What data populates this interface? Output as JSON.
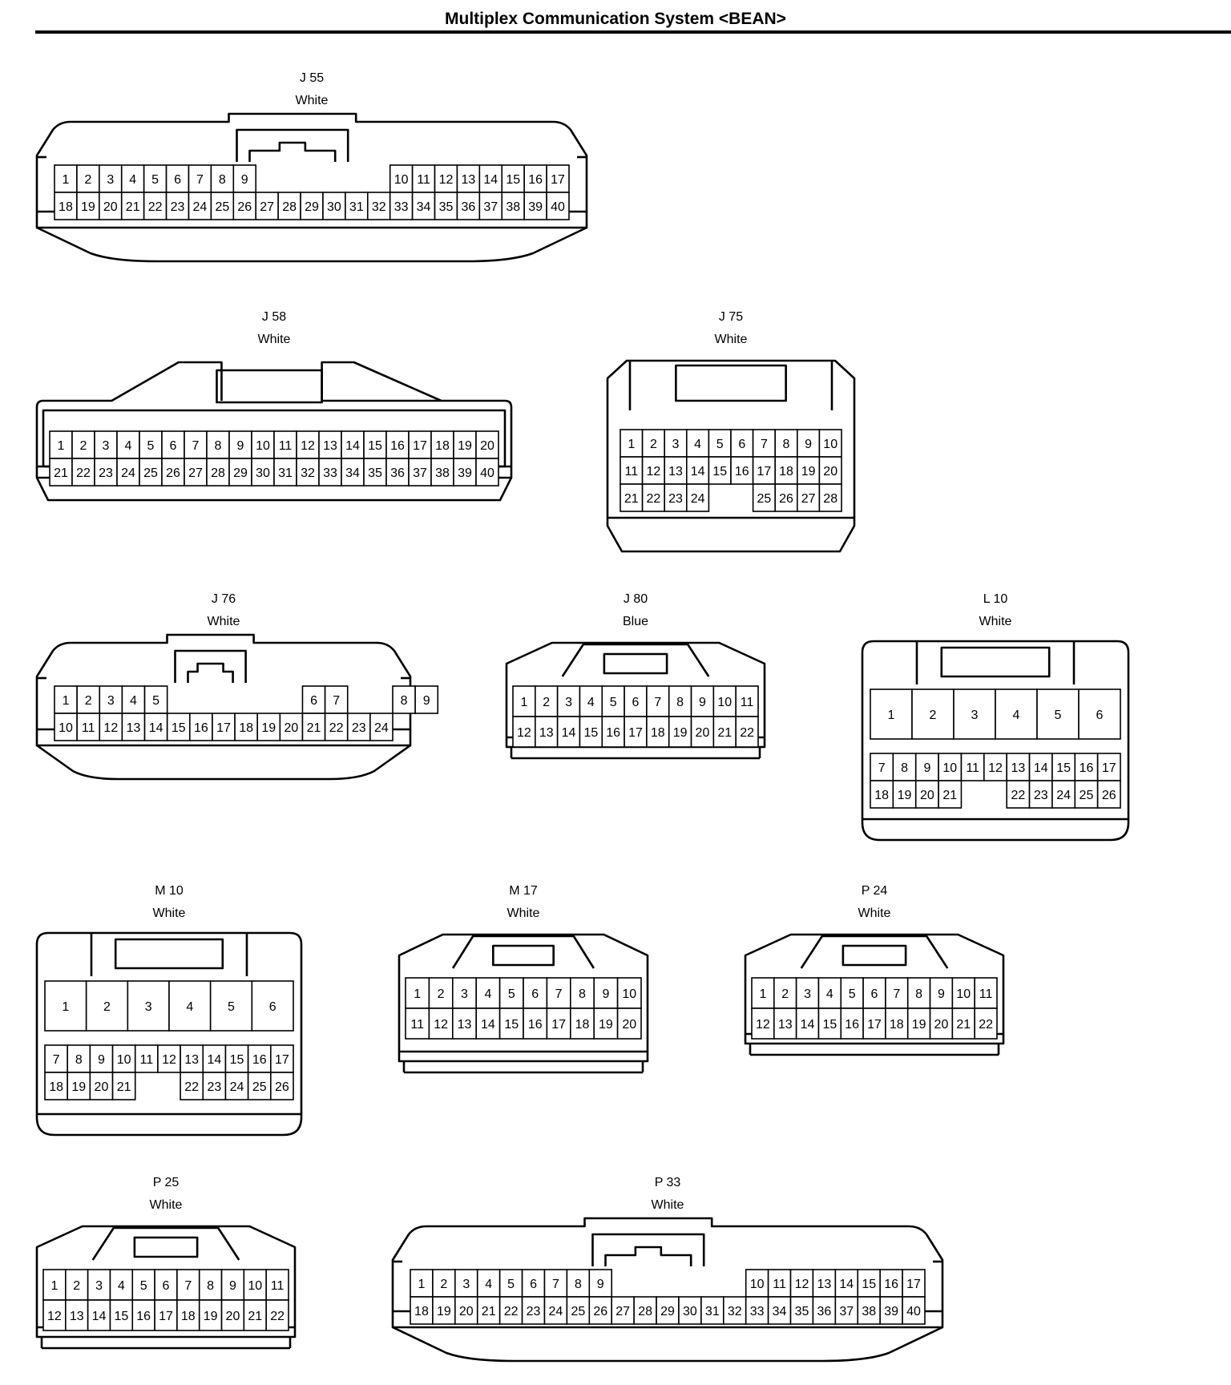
{
  "page": {
    "title": "Multiplex Communication System <BEAN>"
  },
  "connectors": [
    {
      "id": "J 55",
      "color": "White",
      "shape": "wide",
      "rows": [
        [
          "1",
          "2",
          "3",
          "4",
          "5",
          "6",
          "7",
          "8",
          "9",
          "",
          "",
          "",
          "",
          "10",
          "11",
          "12",
          "13",
          "14",
          "15",
          "16",
          "17"
        ],
        [
          "18",
          "19",
          "20",
          "21",
          "22",
          "23",
          "24",
          "25",
          "26",
          "27",
          "28",
          "29",
          "30",
          "31",
          "32",
          "33",
          "34",
          "35",
          "36",
          "37",
          "38",
          "39",
          "40"
        ]
      ]
    },
    {
      "id": "J 58",
      "color": "White",
      "shape": "castle",
      "rows": [
        [
          "1",
          "2",
          "3",
          "4",
          "5",
          "6",
          "7",
          "8",
          "9",
          "10",
          "11",
          "12",
          "13",
          "14",
          "15",
          "16",
          "17",
          "18",
          "19",
          "20"
        ],
        [
          "21",
          "22",
          "23",
          "24",
          "25",
          "26",
          "27",
          "28",
          "29",
          "30",
          "31",
          "32",
          "33",
          "34",
          "35",
          "36",
          "37",
          "38",
          "39",
          "40"
        ]
      ]
    },
    {
      "id": "J 75",
      "color": "White",
      "shape": "box",
      "rows": [
        [
          "1",
          "2",
          "3",
          "4",
          "5",
          "6",
          "7",
          "8",
          "9",
          "10"
        ],
        [
          "11",
          "12",
          "13",
          "14",
          "15",
          "16",
          "17",
          "18",
          "19",
          "20"
        ],
        [
          "21",
          "22",
          "23",
          "24",
          "",
          "",
          "25",
          "26",
          "27",
          "28"
        ]
      ]
    },
    {
      "id": "J 76",
      "color": "White",
      "shape": "wide",
      "rows": [
        [
          "1",
          "2",
          "3",
          "4",
          "5",
          "",
          "",
          "",
          "",
          "",
          "",
          "6",
          "7",
          "8",
          "9"
        ],
        [
          "10",
          "11",
          "12",
          "13",
          "14",
          "15",
          "16",
          "17",
          "18",
          "19",
          "20",
          "21",
          "22",
          "23",
          "24"
        ]
      ]
    },
    {
      "id": "J 80",
      "color": "Blue",
      "shape": "clip",
      "rows": [
        [
          "1",
          "2",
          "3",
          "4",
          "5",
          "6",
          "7",
          "8",
          "9",
          "10",
          "11"
        ],
        [
          "12",
          "13",
          "14",
          "15",
          "16",
          "17",
          "18",
          "19",
          "20",
          "21",
          "22"
        ]
      ]
    },
    {
      "id": "L 10",
      "color": "White",
      "shape": "box-big",
      "big": [
        "1",
        "2",
        "3",
        "4",
        "5",
        "6"
      ],
      "rows": [
        [
          "7",
          "8",
          "9",
          "10",
          "11",
          "12",
          "13",
          "14",
          "15",
          "16",
          "17"
        ],
        [
          "18",
          "19",
          "20",
          "21",
          "",
          "22",
          "23",
          "24",
          "25",
          "26"
        ]
      ]
    },
    {
      "id": "M 10",
      "color": "White",
      "shape": "box-big",
      "big": [
        "1",
        "2",
        "3",
        "4",
        "5",
        "6"
      ],
      "rows": [
        [
          "7",
          "8",
          "9",
          "10",
          "11",
          "12",
          "13",
          "14",
          "15",
          "16",
          "17"
        ],
        [
          "18",
          "19",
          "20",
          "21",
          "",
          "22",
          "23",
          "24",
          "25",
          "26"
        ]
      ]
    },
    {
      "id": "M 17",
      "color": "White",
      "shape": "clip",
      "rows": [
        [
          "1",
          "2",
          "3",
          "4",
          "5",
          "6",
          "7",
          "8",
          "9",
          "10"
        ],
        [
          "11",
          "12",
          "13",
          "14",
          "15",
          "16",
          "17",
          "18",
          "19",
          "20"
        ]
      ]
    },
    {
      "id": "P 24",
      "color": "White",
      "shape": "clip",
      "rows": [
        [
          "1",
          "2",
          "3",
          "4",
          "5",
          "6",
          "7",
          "8",
          "9",
          "10",
          "11"
        ],
        [
          "12",
          "13",
          "14",
          "15",
          "16",
          "17",
          "18",
          "19",
          "20",
          "21",
          "22"
        ]
      ]
    },
    {
      "id": "P 25",
      "color": "White",
      "shape": "clip",
      "rows": [
        [
          "1",
          "2",
          "3",
          "4",
          "5",
          "6",
          "7",
          "8",
          "9",
          "10",
          "11"
        ],
        [
          "12",
          "13",
          "14",
          "15",
          "16",
          "17",
          "18",
          "19",
          "20",
          "21",
          "22"
        ]
      ]
    },
    {
      "id": "P 33",
      "color": "White",
      "shape": "wide",
      "rows": [
        [
          "1",
          "2",
          "3",
          "4",
          "5",
          "6",
          "7",
          "8",
          "9",
          "",
          "",
          "",
          "",
          "10",
          "11",
          "12",
          "13",
          "14",
          "15",
          "16",
          "17"
        ],
        [
          "18",
          "19",
          "20",
          "21",
          "22",
          "23",
          "24",
          "25",
          "26",
          "27",
          "28",
          "29",
          "30",
          "31",
          "32",
          "33",
          "34",
          "35",
          "36",
          "37",
          "38",
          "39",
          "40"
        ]
      ]
    }
  ]
}
